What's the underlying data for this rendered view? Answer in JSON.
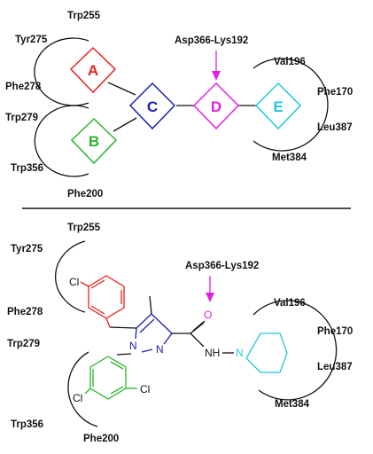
{
  "top_scheme": {
    "residues": {
      "pocket_a": [
        "Trp255",
        "Tyr275",
        "Phe278"
      ],
      "pocket_b": [
        "Trp279",
        "Trp356",
        "Phe200"
      ],
      "pocket_e": [
        "Val196",
        "Phe170",
        "Leu387",
        "Met384"
      ],
      "d_site": "Asp366-Lys192"
    },
    "boxes": {
      "a": "A",
      "b": "B",
      "c": "C",
      "d": "D",
      "e": "E"
    }
  },
  "bottom_scheme": {
    "residues": {
      "pocket_a": [
        "Trp255",
        "Tyr275",
        "Phe278"
      ],
      "pocket_b": [
        "Trp279",
        "Trp356",
        "Phe200"
      ],
      "pocket_e": [
        "Val196",
        "Phe170",
        "Leu387",
        "Met384"
      ],
      "d_site": "Asp366-Lys192"
    },
    "atoms": {
      "cl_para": "Cl",
      "cl_ortho": "Cl",
      "cl_para2": "Cl",
      "n1": "N",
      "n2": "N",
      "o": "O",
      "nh": "NH",
      "n_pip": "N"
    }
  },
  "colors": {
    "a": "#e8201e",
    "b": "#2bb52b",
    "c": "#1a1fb0",
    "d": "#e020e0",
    "e": "#22c8d8",
    "ink": "#111111"
  }
}
